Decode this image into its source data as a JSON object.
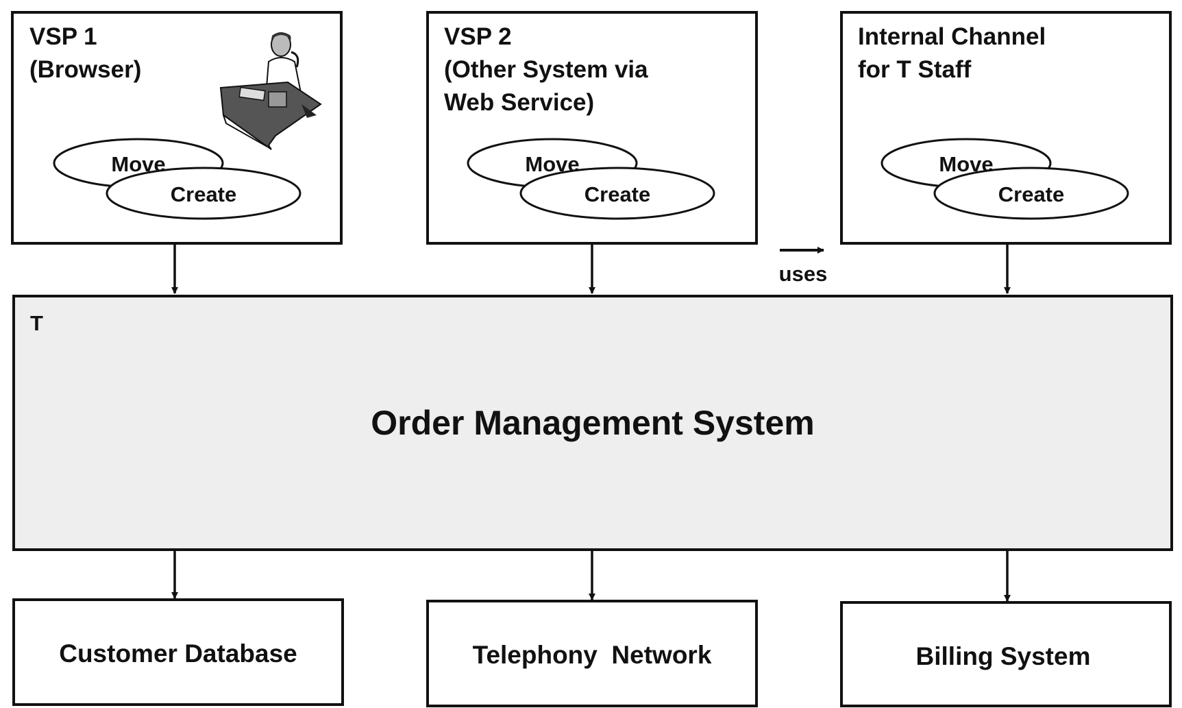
{
  "channels": [
    {
      "title_lines": [
        "VSP 1",
        "(Browser)"
      ],
      "use_cases": [
        "Move",
        "Create"
      ],
      "has_figure": true
    },
    {
      "title_lines": [
        "VSP 2",
        "(Other System via",
        "Web Service)"
      ],
      "use_cases": [
        "Move",
        "Create"
      ],
      "has_figure": false
    },
    {
      "title_lines": [
        "Internal Channel",
        "for T Staff"
      ],
      "use_cases": [
        "Move",
        "Create"
      ],
      "has_figure": false
    }
  ],
  "legend": {
    "label": "uses"
  },
  "core": {
    "corner_label": "T",
    "name": "Order Management System",
    "fill": "#eeeeee"
  },
  "backends": [
    {
      "name": "Customer Database"
    },
    {
      "name": "Telephony  Network"
    },
    {
      "name": "Billing System"
    }
  ]
}
